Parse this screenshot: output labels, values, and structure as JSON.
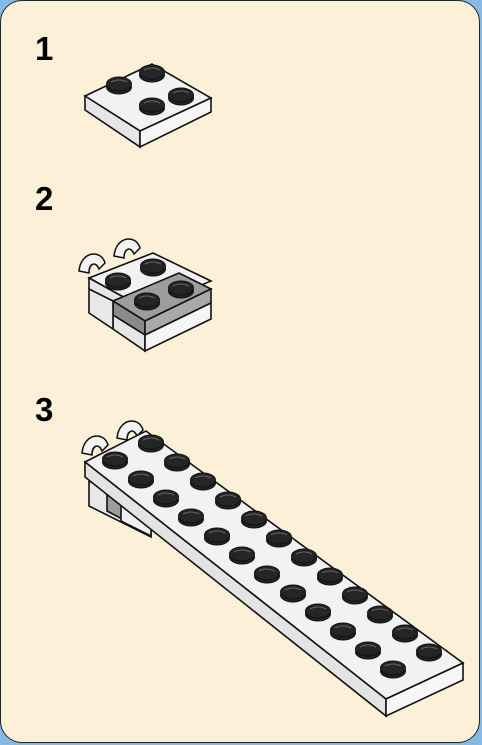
{
  "steps": [
    {
      "number": "1"
    },
    {
      "number": "2"
    },
    {
      "number": "3"
    }
  ],
  "colors": {
    "page_background": "#88b8e6",
    "panel_background": "#fdf0d8",
    "brick_light": "#f2f2f2",
    "brick_side": "#e6e6e6",
    "brick_dark": "#9b9b9b",
    "stud": "#222222",
    "outline": "#111111"
  },
  "icons": [
    "lego-plate-2x2",
    "lego-clip-plate-assembly",
    "lego-long-plate-assembly"
  ]
}
